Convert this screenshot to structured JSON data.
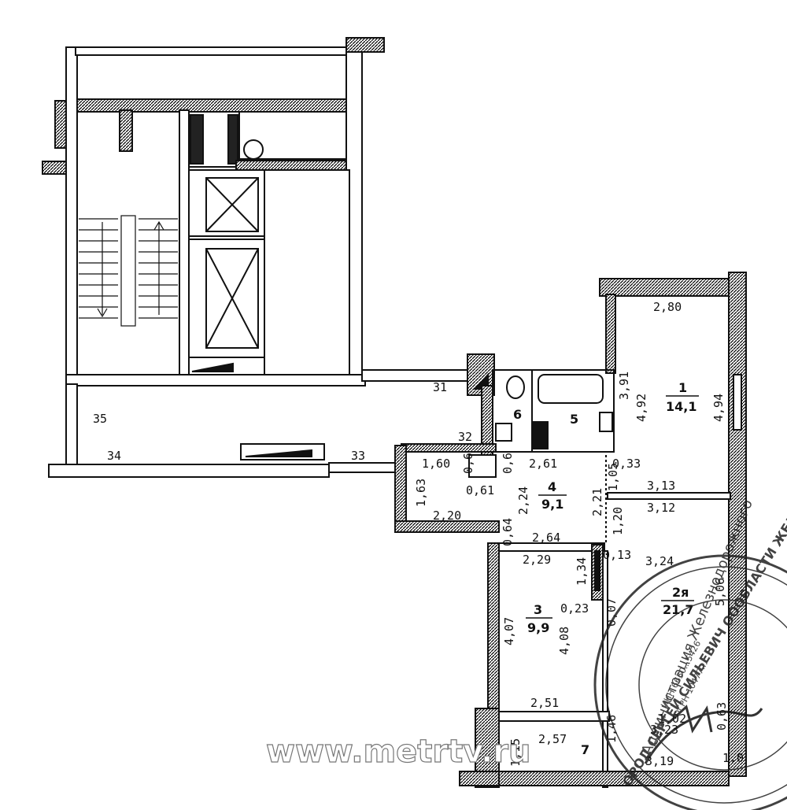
{
  "watermark": "www.metrtv.ru",
  "rooms": [
    {
      "id": "1",
      "area": "14,1"
    },
    {
      "id": "2я",
      "area": "21,7"
    },
    {
      "id": "3",
      "area": "9,9"
    },
    {
      "id": "4",
      "area": "9,1"
    },
    {
      "id": "5"
    },
    {
      "id": "6"
    },
    {
      "id": "7"
    }
  ],
  "common_area_numbers": [
    "35",
    "34",
    "33",
    "32",
    "31"
  ],
  "dimensions": {
    "r1_top": "2,80",
    "r1_left_a": "3,91",
    "r1_left_b": "4,92",
    "r1_right": "4,94",
    "r1_bottom": "3,13",
    "r2_top": "3,12",
    "r2_mid": "3,24",
    "r2_left_a": "1,20",
    "r2_left_b": "0,13",
    "r2_bottom": "3,23",
    "r2_right": "5,06",
    "r3_top": "2,29",
    "r3_left": "4,07",
    "r3_right_a": "4,08",
    "r3_right_b": "0,23",
    "r3_right_c": "1,34",
    "r3_bottom": "2,51",
    "r4_top": "2,61",
    "r4_mid": "2,24",
    "r4_right": "2,21",
    "r4_bottom": "2,64",
    "r4_a": "0,6",
    "r4_b": "0,6",
    "r4_c": "0,61",
    "r4_d": "0,64",
    "r4_corner": "0,33",
    "r4_e": "1,05",
    "hall_a": "1,60",
    "hall_b": "1,63",
    "hall_c": "2,20",
    "r7_top": "2,57",
    "r7_left": "1,15",
    "r7_c": "1,46",
    "r7_d": "3,19",
    "r7_e": "1,02",
    "r7_f": "0,07",
    "r7_g": "1,0",
    "r7_h": "0,63"
  },
  "stamp": {
    "ring": "ОРОД СЕРГЕЙ СИЛЬЕВИЧ ОООБЛАСТИ ЖЕЛЕЗНОДОРОЖНЫЙ",
    "inner": "Администрация Железнодорожного",
    "lines": [
      "ИНН 6650...5426",
      "ОГРН 10477..."
    ]
  }
}
